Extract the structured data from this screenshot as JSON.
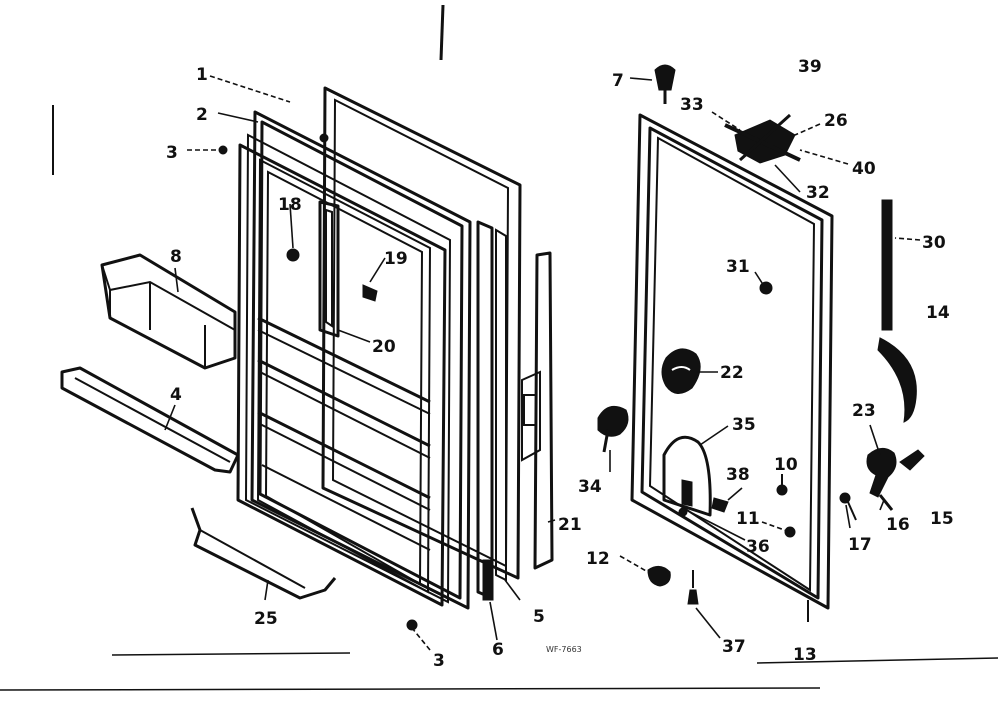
{
  "callouts": [
    {
      "id": "c1",
      "text": "1"
    },
    {
      "id": "c2",
      "text": "2"
    },
    {
      "id": "c3a",
      "text": "3"
    },
    {
      "id": "c3b",
      "text": "3"
    },
    {
      "id": "c4",
      "text": "4"
    },
    {
      "id": "c5",
      "text": "5"
    },
    {
      "id": "c6",
      "text": "6"
    },
    {
      "id": "c7",
      "text": "7"
    },
    {
      "id": "c8",
      "text": "8"
    },
    {
      "id": "c10",
      "text": "10"
    },
    {
      "id": "c11",
      "text": "11"
    },
    {
      "id": "c12",
      "text": "12"
    },
    {
      "id": "c13",
      "text": "13"
    },
    {
      "id": "c14",
      "text": "14"
    },
    {
      "id": "c15",
      "text": "15"
    },
    {
      "id": "c16",
      "text": "16"
    },
    {
      "id": "c17",
      "text": "17"
    },
    {
      "id": "c18",
      "text": "18"
    },
    {
      "id": "c19",
      "text": "19"
    },
    {
      "id": "c20",
      "text": "20"
    },
    {
      "id": "c21",
      "text": "21"
    },
    {
      "id": "c22",
      "text": "22"
    },
    {
      "id": "c23",
      "text": "23"
    },
    {
      "id": "c25",
      "text": "25"
    },
    {
      "id": "c26",
      "text": "26"
    },
    {
      "id": "c30",
      "text": "30"
    },
    {
      "id": "c31",
      "text": "31"
    },
    {
      "id": "c32",
      "text": "32"
    },
    {
      "id": "c33",
      "text": "33"
    },
    {
      "id": "c34",
      "text": "34"
    },
    {
      "id": "c35",
      "text": "35"
    },
    {
      "id": "c36",
      "text": "36"
    },
    {
      "id": "c37",
      "text": "37"
    },
    {
      "id": "c38",
      "text": "38"
    },
    {
      "id": "c39",
      "text": "39"
    },
    {
      "id": "c40",
      "text": "40"
    }
  ],
  "diagram_code": "WF-7663"
}
